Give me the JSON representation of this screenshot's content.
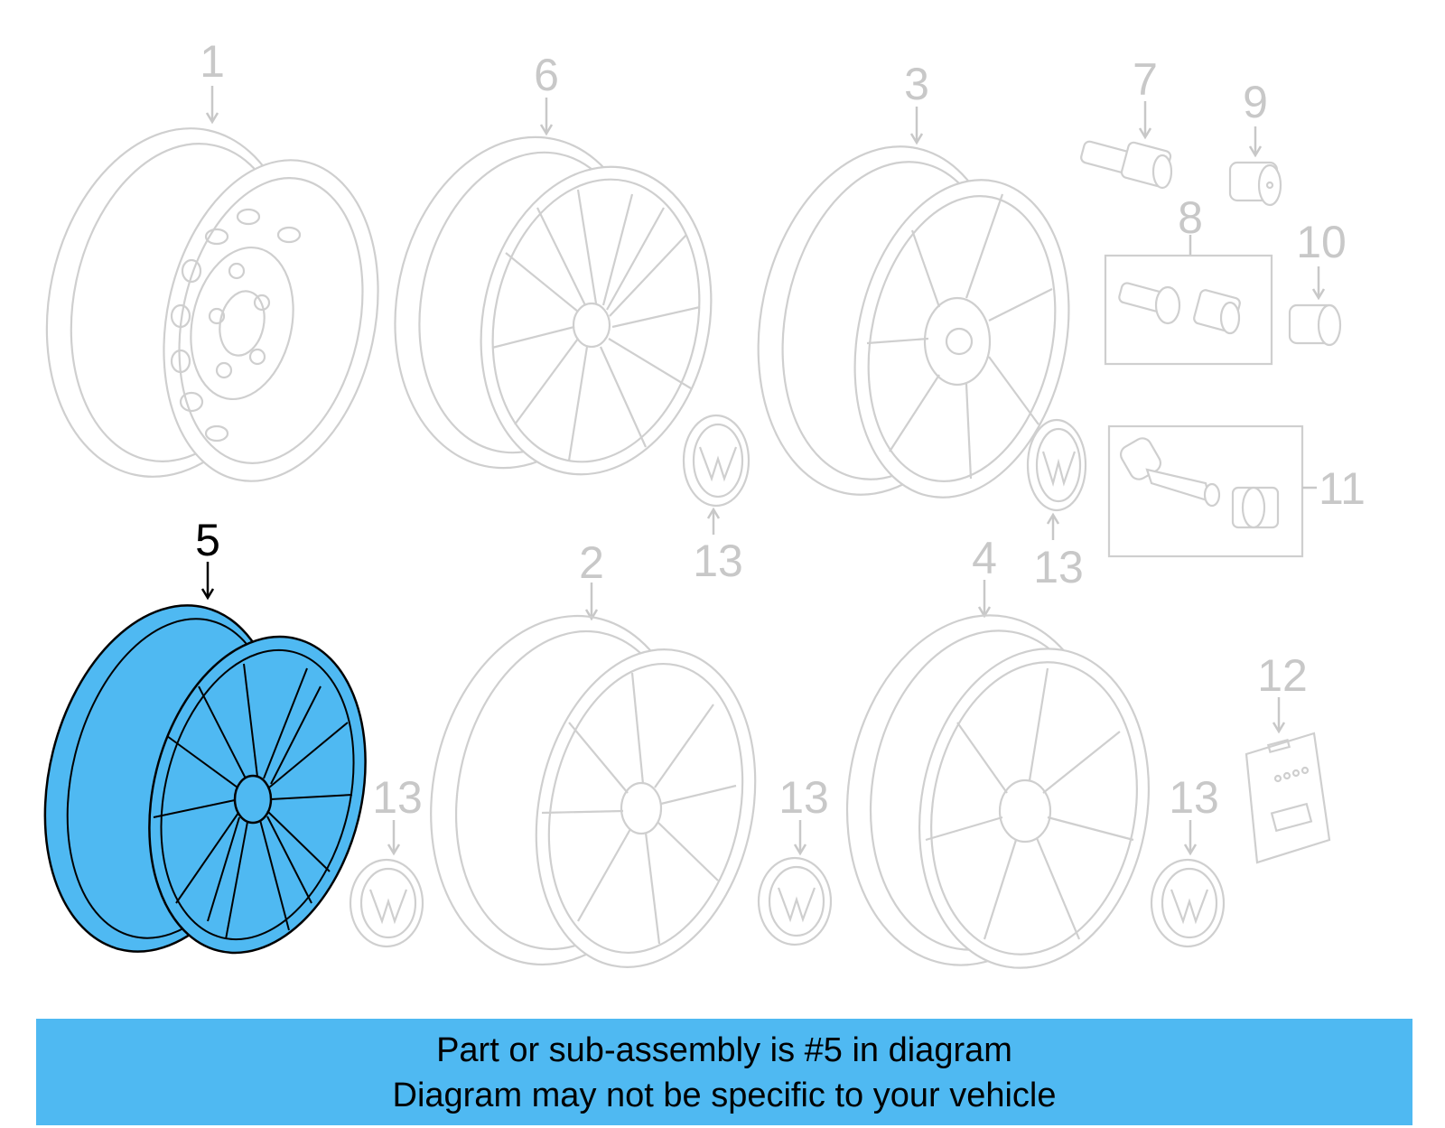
{
  "diagram": {
    "highlighted_part": "5",
    "callouts": {
      "c1": "1",
      "c2": "2",
      "c3": "3",
      "c4": "4",
      "c5": "5",
      "c6": "6",
      "c7": "7",
      "c8": "8",
      "c9": "9",
      "c10": "10",
      "c11": "11",
      "c12": "12",
      "c13": "13"
    }
  },
  "banner": {
    "line1": "Part or sub-assembly is #5 in diagram",
    "line2": "Diagram may not be specific to your vehicle"
  },
  "colors": {
    "highlight": "#4fb9f2",
    "ghost": "#cfcfcf"
  },
  "icons": [
    "steel-wheel-icon",
    "alloy-wheel-icon",
    "lug-bolt-icon",
    "cap-icon",
    "valve-stem-icon",
    "label-sheet-icon",
    "vw-emblem-icon"
  ]
}
